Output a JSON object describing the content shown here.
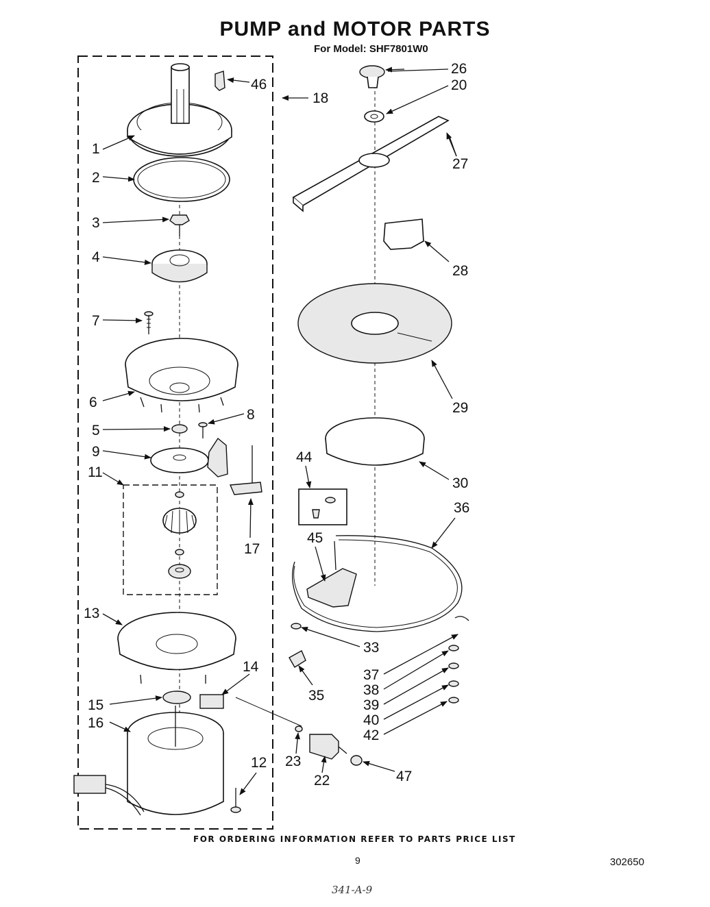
{
  "header": {
    "title": "PUMP and MOTOR PARTS",
    "subtitle": "For Model: SHF7801W0"
  },
  "callouts": [
    "26",
    "20",
    "27",
    "28",
    "29",
    "30",
    "36",
    "44",
    "45",
    "33",
    "35",
    "37",
    "38",
    "39",
    "40",
    "42",
    "47",
    "22",
    "23",
    "46",
    "18",
    "1",
    "2",
    "3",
    "4",
    "7",
    "6",
    "5",
    "8",
    "9",
    "11",
    "17",
    "13",
    "14",
    "15",
    "16",
    "12"
  ],
  "footer": {
    "ordering_note": "FOR ORDERING INFORMATION REFER TO PARTS PRICE LIST",
    "page_number": "9",
    "part_number": "302650",
    "handwritten_note": "341-A-9"
  }
}
